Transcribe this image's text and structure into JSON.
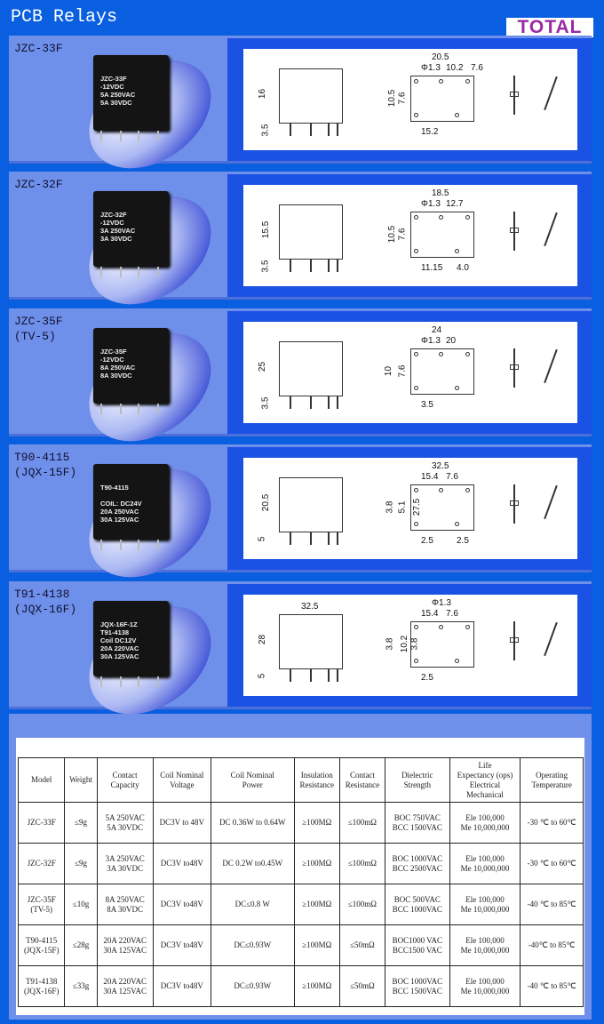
{
  "title": "PCB Relays",
  "logo": "TOTAL",
  "relays": [
    {
      "model": "JZC-33F",
      "marking": "JZC-33F\n-12VDC\n5A 250VAC\n5A 30VDC",
      "side": [
        "16",
        "3.5"
      ],
      "top": {
        "h": [
          "20.5",
          "Φ1.3",
          "10.2",
          "7.6"
        ],
        "v": [
          "10.5",
          "7.6"
        ],
        "b": [
          "15.2"
        ]
      }
    },
    {
      "model": "JZC-32F",
      "marking": "JZC-32F\n-12VDC\n3A 250VAC\n3A 30VDC",
      "side": [
        "15.5",
        "3.5"
      ],
      "top": {
        "h": [
          "18.5",
          "Φ1.3",
          "12.7"
        ],
        "v": [
          "10.5",
          "7.6"
        ],
        "b": [
          "11.15",
          "4.0"
        ]
      }
    },
    {
      "model": "JZC-35F\n(TV-5)",
      "marking": "JZC-35F\n-12VDC\n8A 250VAC\n8A 30VDC",
      "side": [
        "25",
        "3.5"
      ],
      "top": {
        "h": [
          "24",
          "Φ1.3",
          "20"
        ],
        "v": [
          "10",
          "7.6"
        ],
        "b": [
          "3.5"
        ]
      }
    },
    {
      "model": "T90-4115\n(JQX-15F)",
      "marking": "T90-4115\n\nCOIL: DC24V\n20A 250VAC\n30A 125VAC",
      "side": [
        "20.5",
        "5"
      ],
      "top": {
        "h": [
          "32.5",
          "15.4",
          "7.6"
        ],
        "v": [
          "3.8",
          "5.1",
          "27.5"
        ],
        "b": [
          "2.5",
          "2.5"
        ]
      }
    },
    {
      "model": "T91-4138\n(JQX-16F)",
      "marking": "JQX-16F-1Z\nT91-4138\nCoil DC12V\n20A 220VAC\n30A 125VAC",
      "side": [
        "28",
        "5",
        "32.5"
      ],
      "top": {
        "h": [
          "Φ1.3",
          "15.4",
          "7.6"
        ],
        "v": [
          "3.8",
          "10.2",
          "3.8"
        ],
        "b": [
          "2.5"
        ]
      }
    }
  ],
  "table": {
    "headers": [
      "Model",
      "Weight",
      "Contact\nCapacity",
      "Coil Nominal\nVoltage",
      "Coil Nominal\nPower",
      "Insulation\nResistance",
      "Contact\nResistance",
      "Dielectric\nStrength",
      "Life\nExpectancy (ops)\nElectrical\nMechanical",
      "Operating\nTemperature"
    ],
    "rows": [
      [
        "JZC-33F",
        "≤9g",
        "5A 250VAC\n5A 30VDC",
        "DC3V to 48V",
        "DC 0.36W to 0.64W",
        "≥100MΩ",
        "≤100mΩ",
        "BOC 750VAC\nBCC 1500VAC",
        "Ele 100,000\nMe 10,000,000",
        "-30 ℃ to 60℃"
      ],
      [
        "JZC-32F",
        "≤9g",
        "3A 250VAC\n3A 30VDC",
        "DC3V to48V",
        "DC 0.2W to0.45W",
        "≥100MΩ",
        "≤100mΩ",
        "BOC 1000VAC\nBCC 2500VAC",
        "Ele 100,000\nMe 10,000,000",
        "-30 ℃ to 60℃"
      ],
      [
        "JZC-35F\n(TV-5)",
        "≤10g",
        "8A 250VAC\n8A 30VDC",
        "DC3V to48V",
        "DC≤0.8 W",
        "≥100MΩ",
        "≤100mΩ",
        "BOC 500VAC\nBCC 1000VAC",
        "Ele 100,000\nMe 10,000,000",
        "-40 ℃ to 85℃"
      ],
      [
        "T90-4115\n(JQX-15F)",
        "≤28g",
        "20A 220VAC\n30A 125VAC",
        "DC3V to48V",
        "DC≤0.93W",
        "≥100MΩ",
        "≤50mΩ",
        "BOC1000 VAC\nBCC1500 VAC",
        "Ele 100,000\nMe 10,000,000",
        "-40℃ to 85℃"
      ],
      [
        "T91-4138\n(JQX-16F)",
        "≤33g",
        "20A 220VAC\n30A 125VAC",
        "DC3V to48V",
        "DC≤0.93W",
        "≥100MΩ",
        "≤50mΩ",
        "BOC 1000VAC\nBCC 1500VAC",
        "Ele 100,000\nMe 10,000,000",
        "-40 ℃ to 85℃"
      ]
    ]
  }
}
